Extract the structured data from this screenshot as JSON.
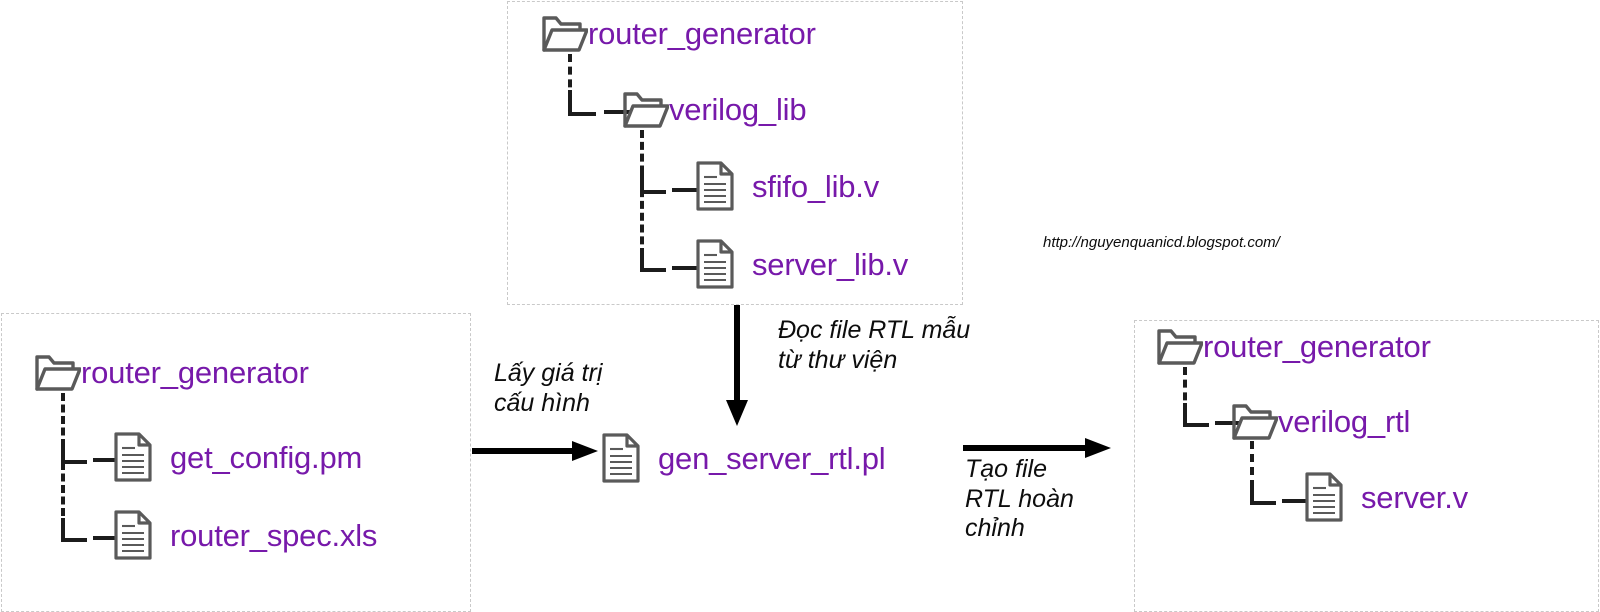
{
  "diagram": {
    "title": "router_generator RTL generation flow",
    "colors": {
      "node_text": "#7719aa",
      "icon_stroke": "#5a5a5a",
      "tree_line": "#1c1c1c",
      "box_border": "#c9c9c9",
      "arrow": "#000000",
      "caption_text": "#0d0d0d",
      "background": "#ffffff"
    }
  },
  "watermark": {
    "text": "http://nguyenquanicd.blogspot.com/"
  },
  "boxes": {
    "library": {
      "name": "verilog-library-box",
      "nodes": {
        "root": {
          "label": "router_generator",
          "icon": "folder-icon"
        },
        "verilog_lib": {
          "label": "verilog_lib",
          "icon": "folder-icon"
        },
        "sfifo_lib": {
          "label": "sfifo_lib.v",
          "icon": "file-icon"
        },
        "server_lib": {
          "label": "server_lib.v",
          "icon": "file-icon"
        }
      }
    },
    "config": {
      "name": "configuration-input-box",
      "nodes": {
        "root": {
          "label": "router_generator",
          "icon": "folder-icon"
        },
        "get_config": {
          "label": "get_config.pm",
          "icon": "file-icon"
        },
        "router_spec": {
          "label": "router_spec.xls",
          "icon": "file-icon"
        }
      }
    },
    "output": {
      "name": "generated-rtl-output-box",
      "nodes": {
        "root": {
          "label": "router_generator",
          "icon": "folder-icon"
        },
        "verilog_rtl": {
          "label": "verilog_rtl",
          "icon": "folder-icon"
        },
        "server_v": {
          "label": "server.v",
          "icon": "file-icon"
        }
      }
    }
  },
  "generator": {
    "node": {
      "label": "gen_server_rtl.pl",
      "icon": "file-icon"
    }
  },
  "captions": {
    "read_template": "Đọc file RTL mẫu\ntừ thư viện",
    "get_config": "Lấy giá trị\ncấu hình",
    "create_rtl": "Tạo file\nRTL hoàn\nchỉnh"
  },
  "arrows": {
    "config_to_generator": "arrow-right-icon",
    "library_to_generator": "arrow-down-icon",
    "generator_to_output": "arrow-right-icon"
  }
}
